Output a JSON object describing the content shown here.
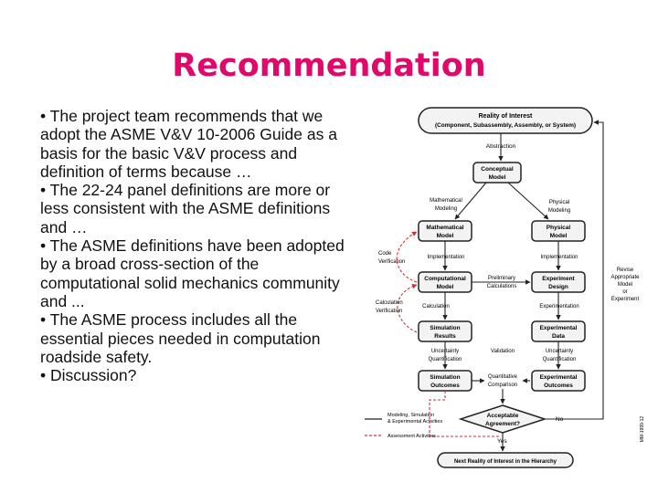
{
  "slide": {
    "title": "Recommendation",
    "bullets": [
      "• The project team recommends that we adopt the ASME V&V 10-2006 Guide as a basis for the basic V&V process and definition of terms because …",
      "• The 22-24 panel definitions are more or less consistent with the ASME definitions and …",
      "• The ASME definitions have been adopted by a broad cross-section of the computational solid mechanics community and ...",
      "• The ASME process includes all the essential pieces needed in computation roadside safety.",
      "• Discussion?"
    ]
  },
  "diagram": {
    "top_box": [
      "Reality of Interest",
      "(Component, Subassembly, Assembly, or System)"
    ],
    "abstraction": "Abstraction",
    "conceptual_model": [
      "Conceptual",
      "Model"
    ],
    "math_modeling": [
      "Mathematical",
      "Modeling"
    ],
    "physical_modeling": [
      "Physical",
      "Modeling"
    ],
    "math_model": [
      "Mathematical",
      "Model"
    ],
    "physical_model": [
      "Physical",
      "Model"
    ],
    "code_verification": [
      "Code",
      "Verification"
    ],
    "implementation_left": "Implementation",
    "implementation_right": "Implementation",
    "computational_model": [
      "Computational",
      "Model"
    ],
    "preliminary_calculations": [
      "Preliminary",
      "Calculations"
    ],
    "experiment_design": [
      "Experiment",
      "Design"
    ],
    "revise_label": [
      "Revise",
      "Appropriate",
      "Model",
      "or",
      "Experiment"
    ],
    "calculation_verification": [
      "Calculation",
      "Verification"
    ],
    "calculation": "Calculation",
    "experimentation": "Experimentation",
    "simulation_results": [
      "Simulation",
      "Results"
    ],
    "experimental_data": [
      "Experimental",
      "Data"
    ],
    "uq_left": [
      "Uncertainty",
      "Quantification"
    ],
    "validation": "Validation",
    "uq_right": [
      "Uncertainty",
      "Quantification"
    ],
    "simulation_outcomes": [
      "Simulation",
      "Outcomes"
    ],
    "quantitative_comparison": [
      "Quantitative",
      "Comparison"
    ],
    "experimental_outcomes": [
      "Experimental",
      "Outcomes"
    ],
    "acceptable_agreement": [
      "Acceptable",
      "Agreement?"
    ],
    "no_label": "No",
    "yes_label": "Yes",
    "legend_solid": [
      "Modeling, Simulation",
      "& Experimental Activities"
    ],
    "legend_dashed": "Assessment Activities",
    "next_reality": "Next Reality of Interest in the Hierarchy",
    "figure_id": "MM-1999-12",
    "colors": {
      "box_fill": "#f3f3f3",
      "box_border": "#222222",
      "assessment": "#cc3333",
      "title": "#e0086b"
    }
  }
}
